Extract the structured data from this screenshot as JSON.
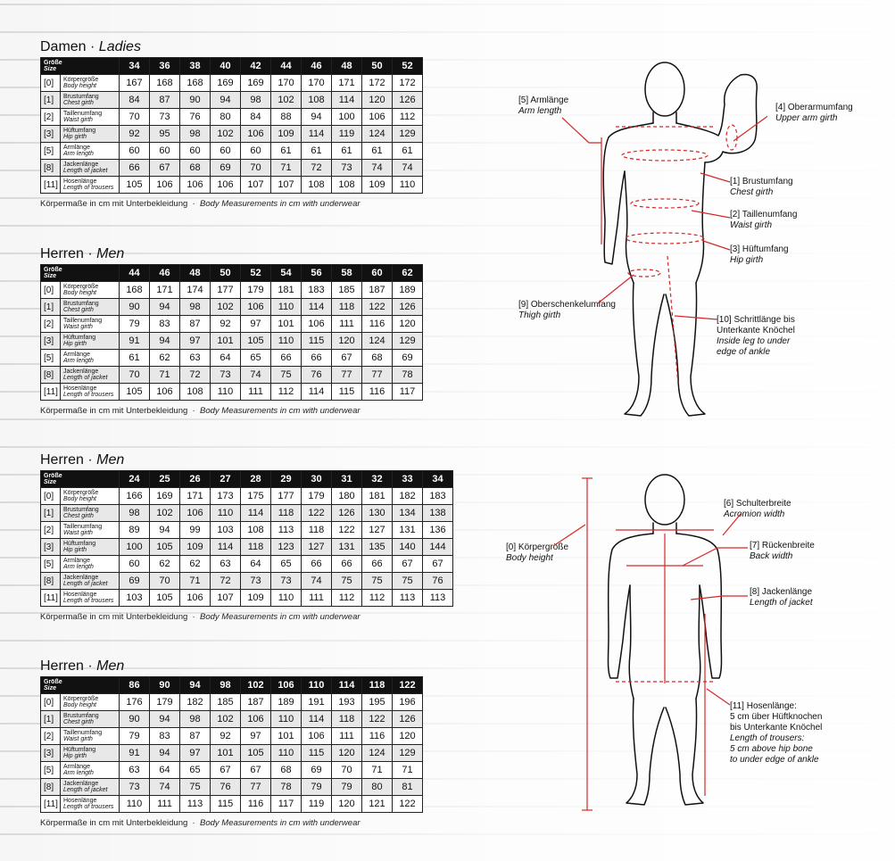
{
  "tables": [
    {
      "title_de": "Damen",
      "title_en": "Ladies",
      "size_de": "Größe",
      "size_en": "Size",
      "sizes": [
        "34",
        "36",
        "38",
        "40",
        "42",
        "44",
        "46",
        "48",
        "50",
        "52"
      ],
      "rows": [
        {
          "idx": "[0]",
          "de": "Körpergröße",
          "en": "Body height",
          "values": [
            "167",
            "168",
            "168",
            "169",
            "169",
            "170",
            "170",
            "171",
            "172",
            "172"
          ]
        },
        {
          "idx": "[1]",
          "de": "Brustumfang",
          "en": "Chest girth",
          "values": [
            "84",
            "87",
            "90",
            "94",
            "98",
            "102",
            "108",
            "114",
            "120",
            "126"
          ]
        },
        {
          "idx": "[2]",
          "de": "Taillenumfang",
          "en": "Waist girth",
          "values": [
            "70",
            "73",
            "76",
            "80",
            "84",
            "88",
            "94",
            "100",
            "106",
            "112"
          ]
        },
        {
          "idx": "[3]",
          "de": "Hüftumfang",
          "en": "Hip girth",
          "values": [
            "92",
            "95",
            "98",
            "102",
            "106",
            "109",
            "114",
            "119",
            "124",
            "129"
          ]
        },
        {
          "idx": "[5]",
          "de": "Armlänge",
          "en": "Arm length",
          "values": [
            "60",
            "60",
            "60",
            "60",
            "60",
            "61",
            "61",
            "61",
            "61",
            "61"
          ]
        },
        {
          "idx": "[8]",
          "de": "Jackenlänge",
          "en": "Length of jacket",
          "values": [
            "66",
            "67",
            "68",
            "69",
            "70",
            "71",
            "72",
            "73",
            "74",
            "74"
          ]
        },
        {
          "idx": "[11]",
          "de": "Hosenlänge",
          "en": "Length of trousers",
          "values": [
            "105",
            "106",
            "106",
            "106",
            "107",
            "107",
            "108",
            "108",
            "109",
            "110"
          ]
        }
      ],
      "note_de": "Körpermaße in cm mit Unterbekleidung",
      "note_en": "Body Measurements in cm with underwear"
    },
    {
      "title_de": "Herren",
      "title_en": "Men",
      "size_de": "Größe",
      "size_en": "Size",
      "sizes": [
        "44",
        "46",
        "48",
        "50",
        "52",
        "54",
        "56",
        "58",
        "60",
        "62"
      ],
      "rows": [
        {
          "idx": "[0]",
          "de": "Körpergröße",
          "en": "Body height",
          "values": [
            "168",
            "171",
            "174",
            "177",
            "179",
            "181",
            "183",
            "185",
            "187",
            "189"
          ]
        },
        {
          "idx": "[1]",
          "de": "Brustumfang",
          "en": "Chest girth",
          "values": [
            "90",
            "94",
            "98",
            "102",
            "106",
            "110",
            "114",
            "118",
            "122",
            "126"
          ]
        },
        {
          "idx": "[2]",
          "de": "Taillenumfang",
          "en": "Waist girth",
          "values": [
            "79",
            "83",
            "87",
            "92",
            "97",
            "101",
            "106",
            "111",
            "116",
            "120"
          ]
        },
        {
          "idx": "[3]",
          "de": "Hüftumfang",
          "en": "Hip girth",
          "values": [
            "91",
            "94",
            "97",
            "101",
            "105",
            "110",
            "115",
            "120",
            "124",
            "129"
          ]
        },
        {
          "idx": "[5]",
          "de": "Armlänge",
          "en": "Arm length",
          "values": [
            "61",
            "62",
            "63",
            "64",
            "65",
            "66",
            "66",
            "67",
            "68",
            "69"
          ]
        },
        {
          "idx": "[8]",
          "de": "Jackenlänge",
          "en": "Length of jacket",
          "values": [
            "70",
            "71",
            "72",
            "73",
            "74",
            "75",
            "76",
            "77",
            "77",
            "78"
          ]
        },
        {
          "idx": "[11]",
          "de": "Hosenlänge",
          "en": "Length of trousers",
          "values": [
            "105",
            "106",
            "108",
            "110",
            "111",
            "112",
            "114",
            "115",
            "116",
            "117"
          ]
        }
      ],
      "note_de": "Körpermaße in cm mit Unterbekleidung",
      "note_en": "Body Measurements in cm with underwear"
    },
    {
      "title_de": "Herren",
      "title_en": "Men",
      "size_de": "Größe",
      "size_en": "Size",
      "sizes": [
        "24",
        "25",
        "26",
        "27",
        "28",
        "29",
        "30",
        "31",
        "32",
        "33",
        "34"
      ],
      "rows": [
        {
          "idx": "[0]",
          "de": "Körpergröße",
          "en": "Body height",
          "values": [
            "166",
            "169",
            "171",
            "173",
            "175",
            "177",
            "179",
            "180",
            "181",
            "182",
            "183"
          ]
        },
        {
          "idx": "[1]",
          "de": "Brustumfang",
          "en": "Chest girth",
          "values": [
            "98",
            "102",
            "106",
            "110",
            "114",
            "118",
            "122",
            "126",
            "130",
            "134",
            "138"
          ]
        },
        {
          "idx": "[2]",
          "de": "Taillenumfang",
          "en": "Waist girth",
          "values": [
            "89",
            "94",
            "99",
            "103",
            "108",
            "113",
            "118",
            "122",
            "127",
            "131",
            "136"
          ]
        },
        {
          "idx": "[3]",
          "de": "Hüftumfang",
          "en": "Hip girth",
          "values": [
            "100",
            "105",
            "109",
            "114",
            "118",
            "123",
            "127",
            "131",
            "135",
            "140",
            "144"
          ]
        },
        {
          "idx": "[5]",
          "de": "Armlänge",
          "en": "Arm length",
          "values": [
            "60",
            "62",
            "62",
            "63",
            "64",
            "65",
            "66",
            "66",
            "66",
            "67",
            "67"
          ]
        },
        {
          "idx": "[8]",
          "de": "Jackenlänge",
          "en": "Length of jacket",
          "values": [
            "69",
            "70",
            "71",
            "72",
            "73",
            "73",
            "74",
            "75",
            "75",
            "75",
            "76"
          ]
        },
        {
          "idx": "[11]",
          "de": "Hosenlänge",
          "en": "Length of trousers",
          "values": [
            "103",
            "105",
            "106",
            "107",
            "109",
            "110",
            "111",
            "112",
            "112",
            "113",
            "113"
          ]
        }
      ],
      "note_de": "Körpermaße in cm mit Unterbekleidung",
      "note_en": "Body Measurements in cm with underwear"
    },
    {
      "title_de": "Herren",
      "title_en": "Men",
      "size_de": "Größe",
      "size_en": "Size",
      "sizes": [
        "86",
        "90",
        "94",
        "98",
        "102",
        "106",
        "110",
        "114",
        "118",
        "122"
      ],
      "rows": [
        {
          "idx": "[0]",
          "de": "Körpergröße",
          "en": "Body height",
          "values": [
            "176",
            "179",
            "182",
            "185",
            "187",
            "189",
            "191",
            "193",
            "195",
            "196"
          ]
        },
        {
          "idx": "[1]",
          "de": "Brustumfang",
          "en": "Chest girth",
          "values": [
            "90",
            "94",
            "98",
            "102",
            "106",
            "110",
            "114",
            "118",
            "122",
            "126"
          ]
        },
        {
          "idx": "[2]",
          "de": "Taillenumfang",
          "en": "Waist girth",
          "values": [
            "79",
            "83",
            "87",
            "92",
            "97",
            "101",
            "106",
            "111",
            "116",
            "120"
          ]
        },
        {
          "idx": "[3]",
          "de": "Hüftumfang",
          "en": "Hip girth",
          "values": [
            "91",
            "94",
            "97",
            "101",
            "105",
            "110",
            "115",
            "120",
            "124",
            "129"
          ]
        },
        {
          "idx": "[5]",
          "de": "Armlänge",
          "en": "Arm length",
          "values": [
            "63",
            "64",
            "65",
            "67",
            "67",
            "68",
            "69",
            "70",
            "71",
            "71"
          ]
        },
        {
          "idx": "[8]",
          "de": "Jackenlänge",
          "en": "Length of jacket",
          "values": [
            "73",
            "74",
            "75",
            "76",
            "77",
            "78",
            "79",
            "79",
            "80",
            "81"
          ]
        },
        {
          "idx": "[11]",
          "de": "Hosenlänge",
          "en": "Length of trousers",
          "values": [
            "110",
            "111",
            "113",
            "115",
            "116",
            "117",
            "119",
            "120",
            "121",
            "122"
          ]
        }
      ],
      "note_de": "Körpermaße in cm mit Unterbekleidung",
      "note_en": "Body Measurements in cm with underwear"
    }
  ],
  "annotations": {
    "arm_de": "[5] Armlänge",
    "arm_en": "Arm length",
    "upperarm_de": "[4] Oberarmumfang",
    "upperarm_en": "Upper arm girth",
    "chest_de": "[1] Brustumfang",
    "chest_en": "Chest girth",
    "waist_de": "[2] Taillenumfang",
    "waist_en": "Waist girth",
    "hip_de": "[3] Hüftumfang",
    "hip_en": "Hip girth",
    "thigh_de": "[9] Oberschenkelumfang",
    "thigh_en": "Thigh girth",
    "inseam_de1": "[10] Schrittlänge bis",
    "inseam_de2": "Unterkante Knöchel",
    "inseam_en1": "Inside leg to under",
    "inseam_en2": "edge of ankle",
    "shoulder_de": "[6] Schulterbreite",
    "shoulder_en": "Acromion width",
    "back_de": "[7] Rückenbreite",
    "back_en": "Back width",
    "height_de": "[0] Körpergröße",
    "height_en": "Body height",
    "jacket_de": "[8] Jackenlänge",
    "jacket_en": "Length of jacket",
    "trousers_de1": "[11] Hosenlänge:",
    "trousers_de2": "5 cm über Hüftknochen",
    "trousers_de3": "bis Unterkante Knöchel",
    "trousers_en1": "Length of trousers:",
    "trousers_en2": "5 cm above hip bone",
    "trousers_en3": "to under edge of ankle"
  },
  "accent_color": "#d62828"
}
